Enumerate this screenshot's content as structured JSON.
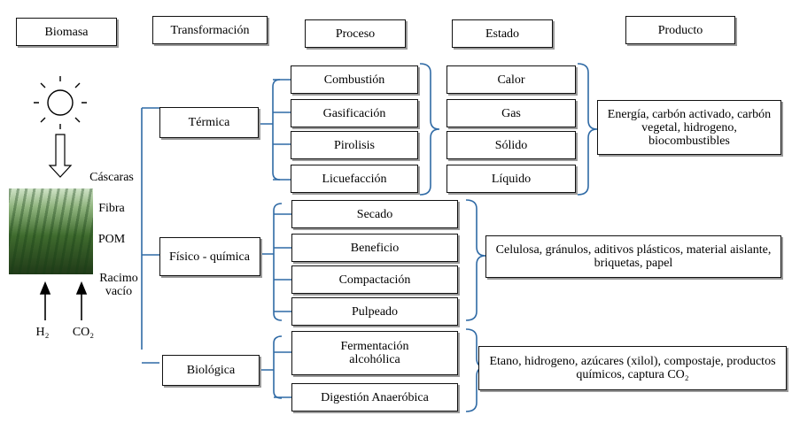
{
  "headers": {
    "biomasa": "Biomasa",
    "transformacion": "Transformación",
    "proceso": "Proceso",
    "estado": "Estado",
    "producto": "Producto"
  },
  "biomass_side": {
    "items": [
      "Cáscaras",
      "Fibra",
      "POM",
      "Racimo vacío"
    ],
    "inputs": [
      "H₂",
      "CO₂"
    ],
    "icons": [
      "sun-icon",
      "down-arrow-icon",
      "up-arrow-icon"
    ]
  },
  "transformations": {
    "termica": {
      "label": "Térmica",
      "processes": [
        "Combustión",
        "Gasificación",
        "Pirolisis",
        "Licuefacción"
      ],
      "states": [
        "Calor",
        "Gas",
        "Sólido",
        "Líquido"
      ],
      "product": "Energía, carbón activado, carbón vegetal, hidrogeno, biocombustibles"
    },
    "fisico": {
      "label": "Físico - química",
      "processes": [
        "Secado",
        "Beneficio",
        "Compactación",
        "Pulpeado"
      ],
      "product": "Celulosa, gránulos, aditivos plásticos, material aislante, briquetas, papel"
    },
    "biologica": {
      "label": "Biológica",
      "processes": [
        "Fermentación alcohólica",
        "Digestión Anaeróbica"
      ],
      "product": "Etano, hidrogeno, azúcares (xilol), compostaje, productos químicos, captura CO₂"
    }
  },
  "colors": {
    "connector": "#2f6aa5",
    "border": "#111111",
    "shadow": "#9a9a9a"
  }
}
